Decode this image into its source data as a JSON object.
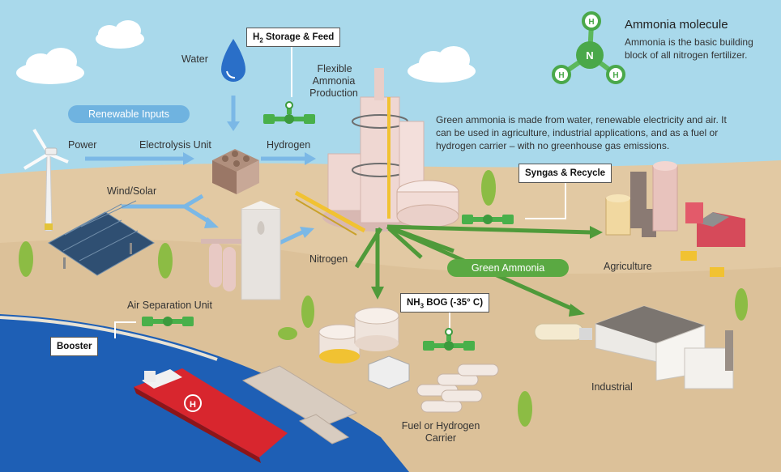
{
  "molecule": {
    "title": "Ammonia molecule",
    "description": "Ammonia is the basic building block of all nitrogen fertilizer.",
    "center_atom": "N",
    "outer_atoms": [
      "H",
      "H",
      "H"
    ]
  },
  "intro_text": "Green ammonia is made from water, renewable electricity and air. It can be used in agriculture, industrial applications, and as a fuel or hydrogen carrier – with no greenhouse gas emissions.",
  "pills": {
    "renewable_inputs": "Renewable Inputs",
    "green_ammonia": "Green Ammonia"
  },
  "labels": {
    "water": "Water",
    "power": "Power",
    "electrolysis_unit": "Electrolysis Unit",
    "hydrogen": "Hydrogen",
    "flexible_production_1": "Flexible",
    "flexible_production_2": "Ammonia",
    "flexible_production_3": "Production",
    "wind_solar": "Wind/Solar",
    "nitrogen": "Nitrogen",
    "air_separation_unit": "Air Separation Unit",
    "agriculture": "Agriculture",
    "industrial": "Industrial",
    "fuel_carrier_1": "Fuel or Hydrogen",
    "fuel_carrier_2": "Carrier"
  },
  "callouts": {
    "h2_storage": {
      "prefix": "H",
      "sub": "2",
      "suffix": " Storage & Feed"
    },
    "syngas": "Syngas & Recycle",
    "nh3_bog": {
      "prefix": "NH",
      "sub": "3",
      "suffix": " BOG (-35°  C)"
    },
    "booster": "Booster"
  },
  "colors": {
    "sky": "#a9d9eb",
    "ground": "#e2c9a3",
    "sea": "#1e5fb5",
    "pill_blue": "#6fb3e0",
    "pill_green": "#5aa942",
    "arrow_blue": "#7bb8e6",
    "arrow_green": "#4f9a3a",
    "valve_green": "#49b04a"
  }
}
